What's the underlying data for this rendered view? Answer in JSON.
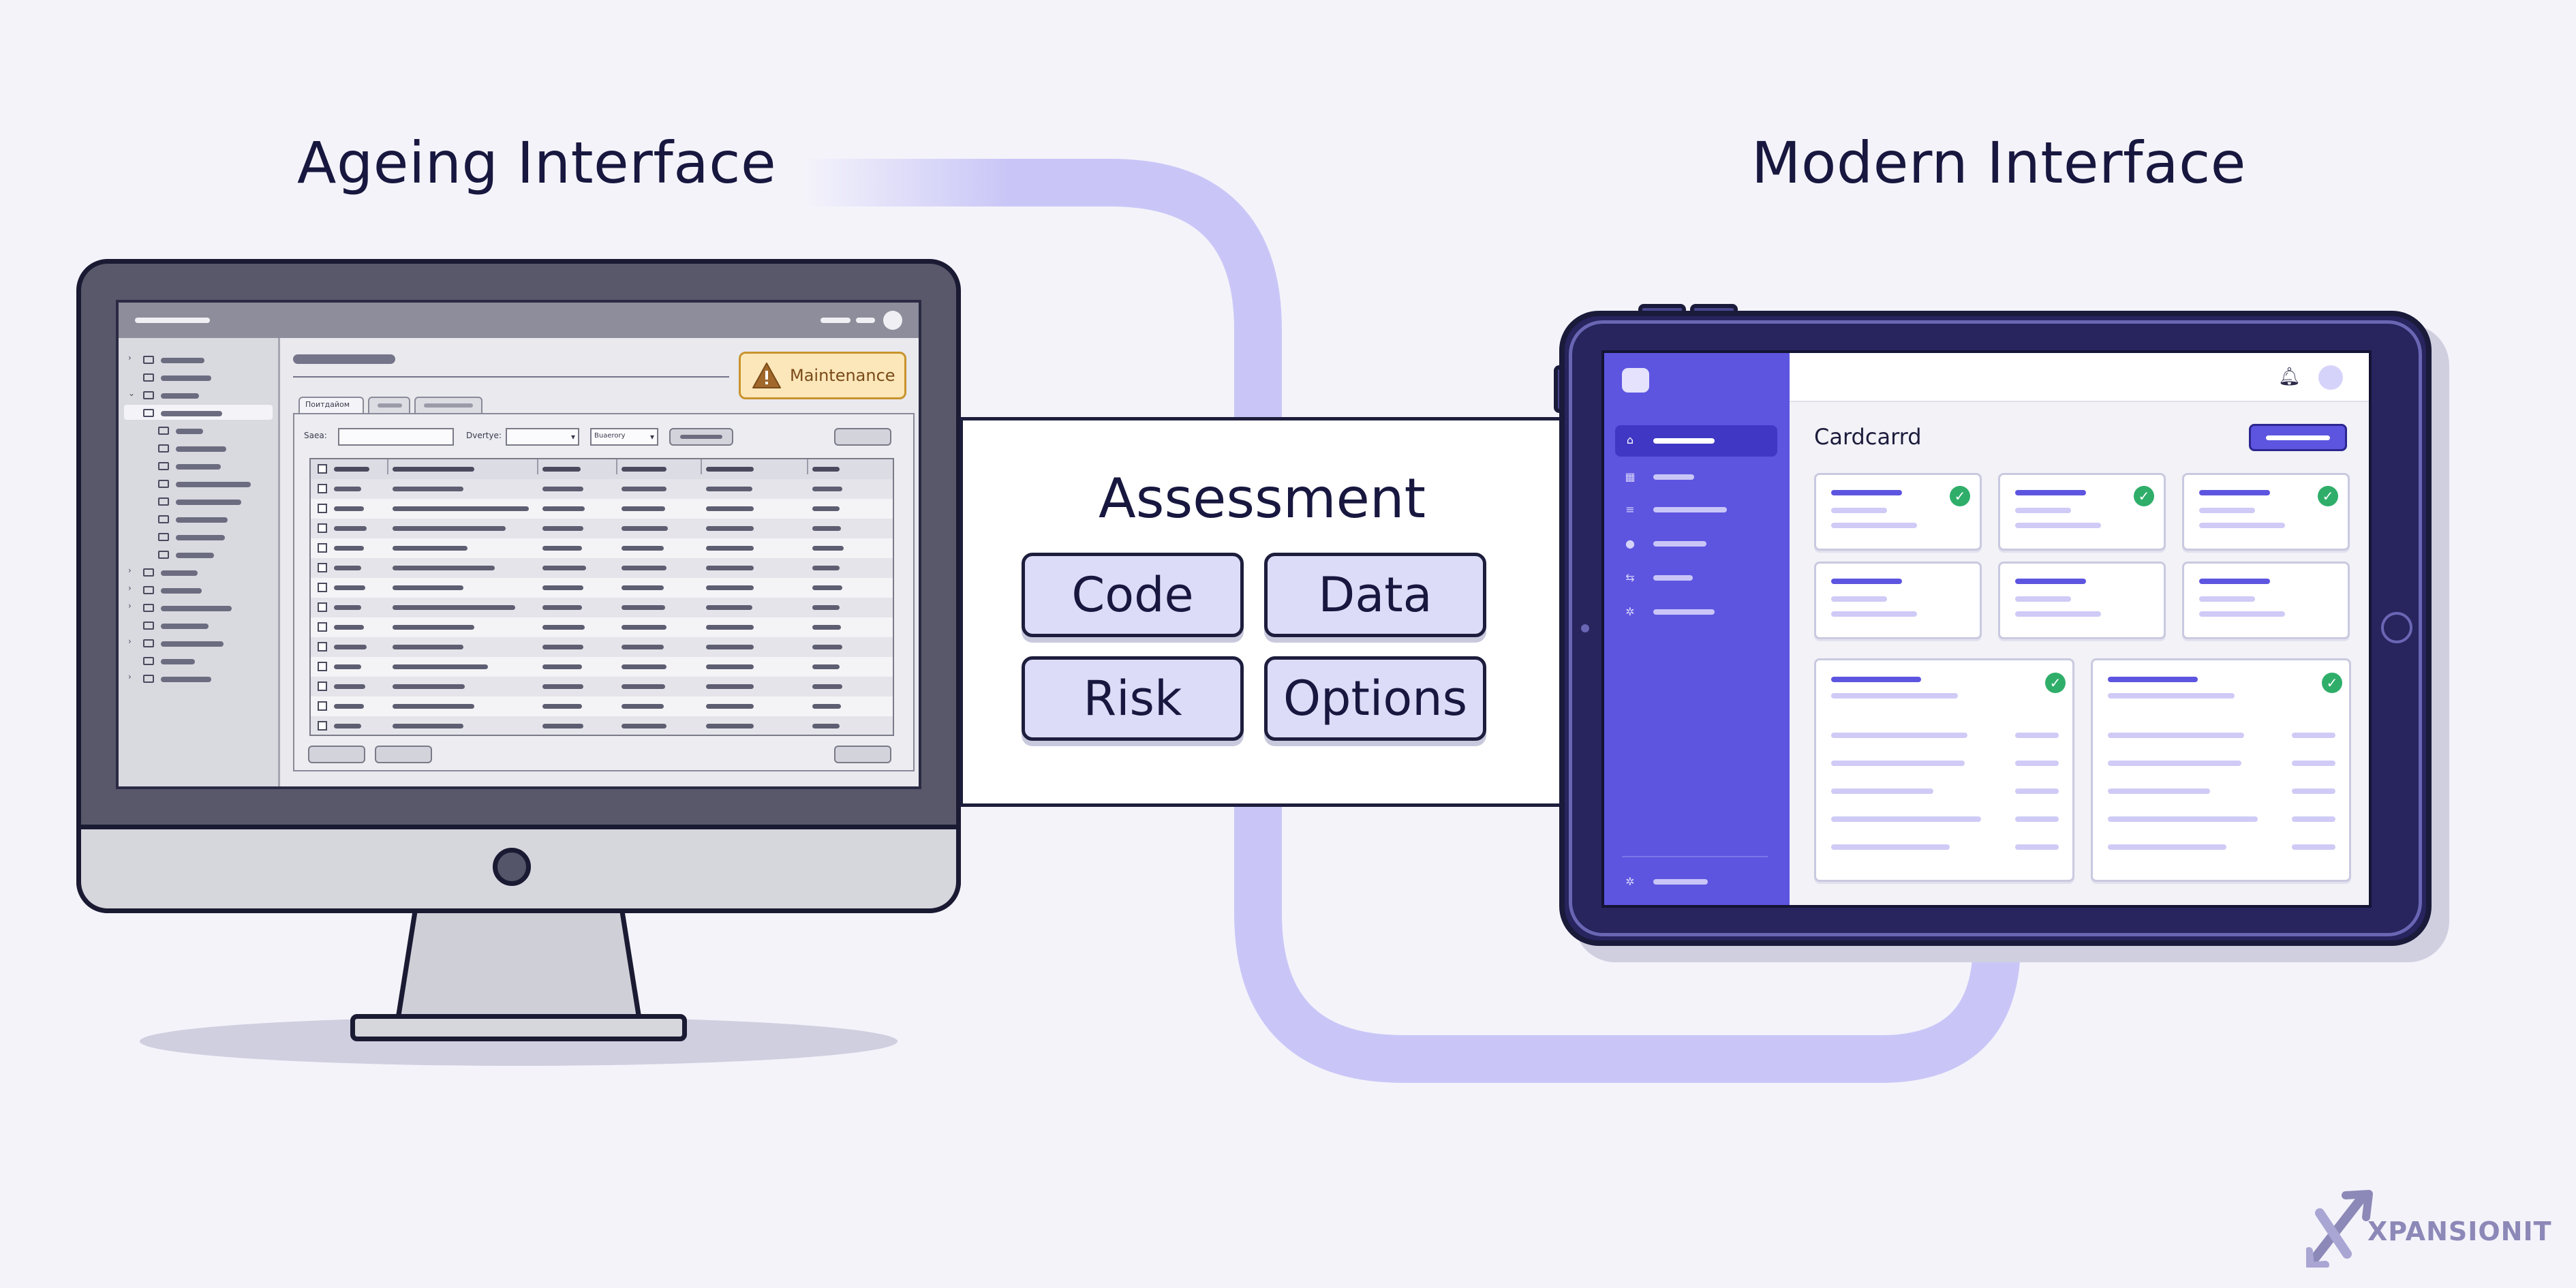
{
  "left_heading": "Ageing Interface",
  "right_heading": "Modern Interface",
  "center": {
    "title": "Assessment",
    "chips": [
      "Code",
      "Data",
      "Risk",
      "Options"
    ]
  },
  "legacy_ui": {
    "warning_badge": "Maintenance",
    "tab_active": "Поитдайом",
    "filter_label_1": "Saea:",
    "filter_label_2": "Dvertye:",
    "dropdown_value": "Buaerory"
  },
  "modern_ui": {
    "page_title": "Cardcarrd"
  },
  "brand": {
    "logo_text": "XPANSIONIT"
  },
  "colors": {
    "accent": "#5d55e0",
    "flow": "#c9c6f7",
    "warning": "#fbe7b9",
    "success": "#2fae6a"
  }
}
